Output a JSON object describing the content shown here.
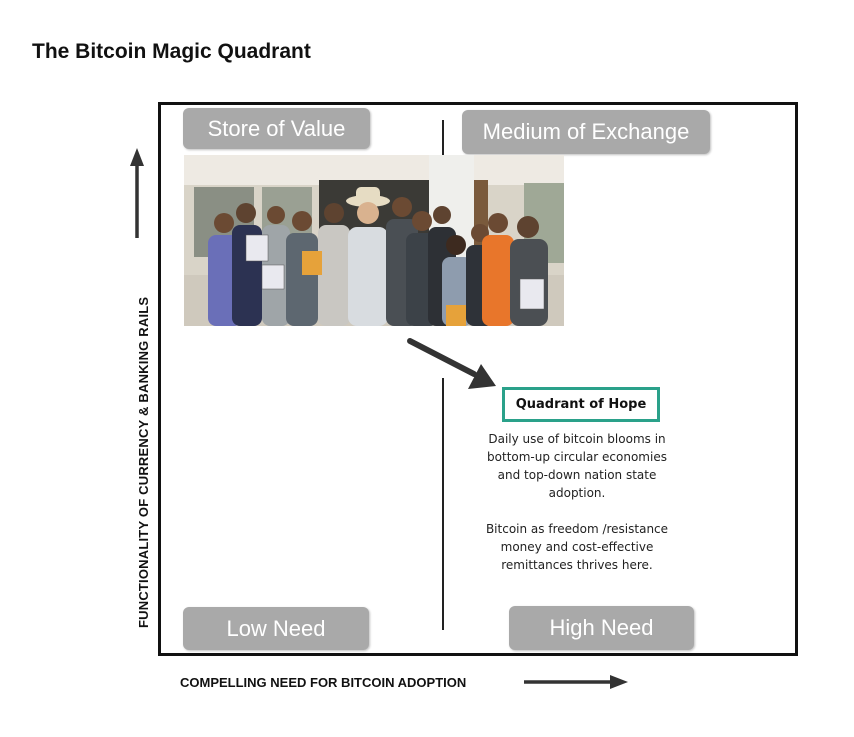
{
  "title": "The Bitcoin Magic Quadrant",
  "quadrant_labels": {
    "top_left": "Store of Value",
    "top_right": "Medium of Exchange",
    "bottom_left": "Low Need",
    "bottom_right": "High Need"
  },
  "axes": {
    "y_label": "FUNCTIONALITY OF CURRENCY & BANKING RAILS",
    "x_label": "COMPELLING NEED FOR BITCOIN ADOPTION"
  },
  "highlight": {
    "title": "Quadrant of Hope",
    "paragraph_1": "Daily use of bitcoin blooms in bottom-up circular economies and top-down nation state adoption.",
    "paragraph_2": "Bitcoin as freedom /resistance money and cost-effective remittances thrives here."
  },
  "colors": {
    "pill_gray": "#a9a9a9",
    "highlight_border": "#2aa18a",
    "frame": "#111111"
  }
}
